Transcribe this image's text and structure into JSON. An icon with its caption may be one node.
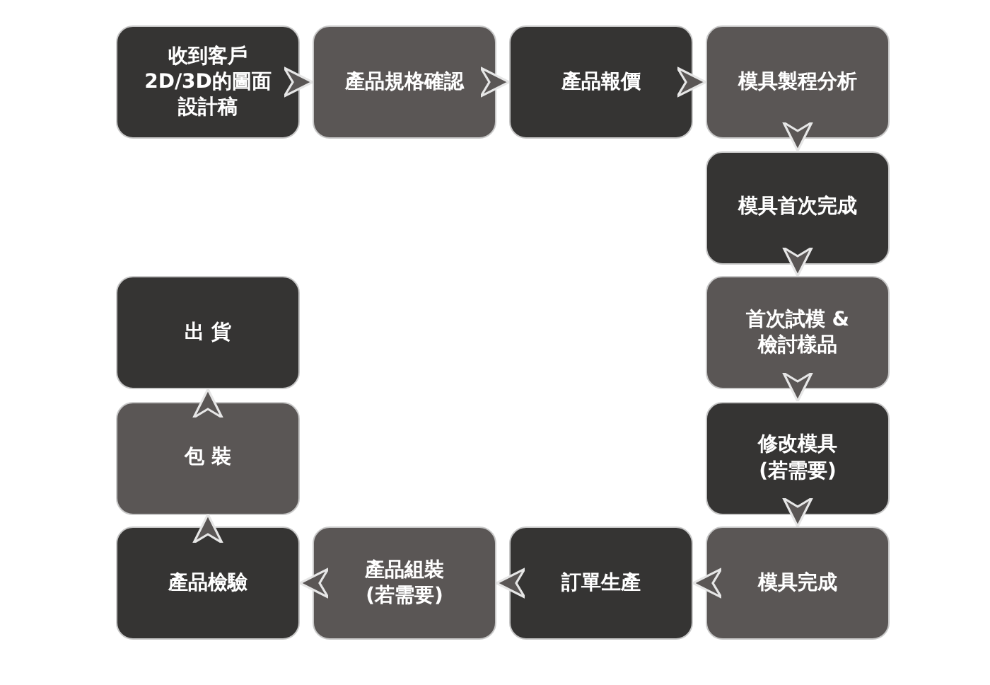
{
  "diagram": {
    "nodes": [
      {
        "text": [
          "收到客戶2D/3D的圖面設計稿"
        ]
      },
      {
        "text": [
          "產品規格確認"
        ]
      },
      {
        "text": [
          "產品報價"
        ]
      },
      {
        "text": [
          "模具製程分析"
        ]
      },
      {
        "text": [
          "模具首次完成"
        ]
      },
      {
        "text": [
          "首次試模 & 檢討樣品"
        ]
      },
      {
        "text": [
          "修改模具(若需要)"
        ]
      },
      {
        "text": [
          "模具完成"
        ]
      },
      {
        "text": [
          "訂單生產"
        ]
      },
      {
        "text": [
          "產品組裝(若需要)"
        ]
      },
      {
        "text": [
          "產品檢驗"
        ]
      },
      {
        "text": [
          "包 裝"
        ]
      },
      {
        "text": [
          "出 貨"
        ]
      }
    ],
    "edges": [
      {
        "from": 0,
        "to": 1,
        "arrow": "to"
      },
      {
        "from": 1,
        "to": 2,
        "arrow": "to"
      },
      {
        "from": 2,
        "to": 3,
        "arrow": "to"
      },
      {
        "from": 3,
        "to": 4,
        "arrow": "to"
      },
      {
        "from": 4,
        "to": 5,
        "arrow": "to"
      },
      {
        "from": 5,
        "to": 6,
        "arrow": "to"
      },
      {
        "from": 6,
        "to": 7,
        "arrow": "to"
      },
      {
        "from": 7,
        "to": 8,
        "arrow": "to"
      },
      {
        "from": 8,
        "to": 9,
        "arrow": "to"
      },
      {
        "from": 9,
        "to": 10,
        "arrow": "to"
      },
      {
        "from": 10,
        "to": 11,
        "arrow": "to"
      },
      {
        "from": 11,
        "to": 12,
        "arrow": "to"
      }
    ]
  }
}
